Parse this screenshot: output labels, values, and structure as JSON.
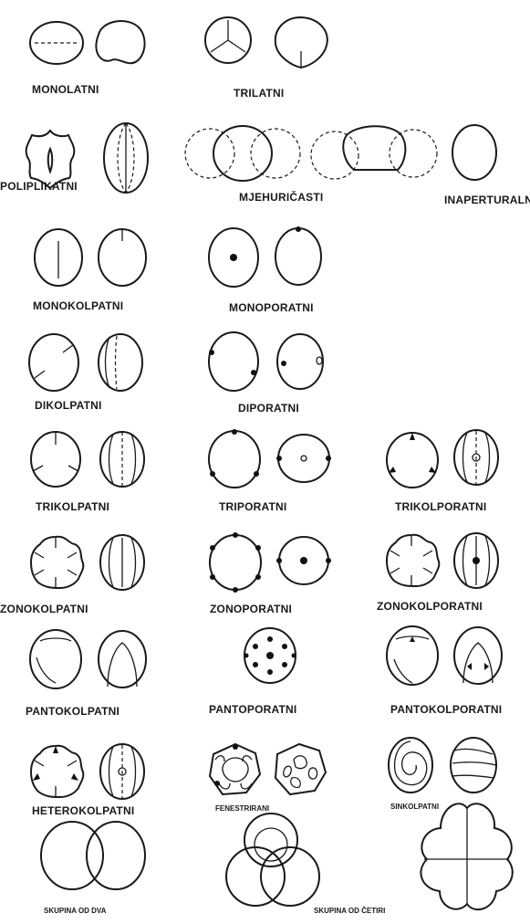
{
  "labels": {
    "monolatni": "MONOLATNI",
    "trilatni": "TRILATNI",
    "poliplikatni": "POLIPLIKATNI",
    "mjehuricasti": "MJEHURIČASTI",
    "inaperturalni": "INAPERTURALNI",
    "monokolpatni": "MONOKOLPATNI",
    "monoporatni": "MONOPORATNI",
    "dikolpatni": "DIKOLPATNI",
    "diporatni": "DIPORATNI",
    "trikolpatni": "TRIKOLPATNI",
    "triporatni": "TRIPORATNI",
    "trikolporatni": "TRIKOLPORATNI",
    "zonokolpatni": "ZONOKOLPATNI",
    "zonoporatni": "ZONOPORATNI",
    "zonokolporatni": "ZONOKOLPORATNI",
    "pantokolpatni": "PANTOKOLPATNI",
    "pantoporatni": "PANTOPORATNI",
    "pantokolporatni": "PANTOKOLPORATNI",
    "heterokolpatni": "HETEROKOLPATNI",
    "fenestrirani": "FENESTRIRANI",
    "sinkolpatni": "SINKOLPATNI",
    "skupina_od_dva": "SKUPINA OD DVA",
    "skupina_od_cetiri": "SKUPINA OD ČETIRI"
  }
}
